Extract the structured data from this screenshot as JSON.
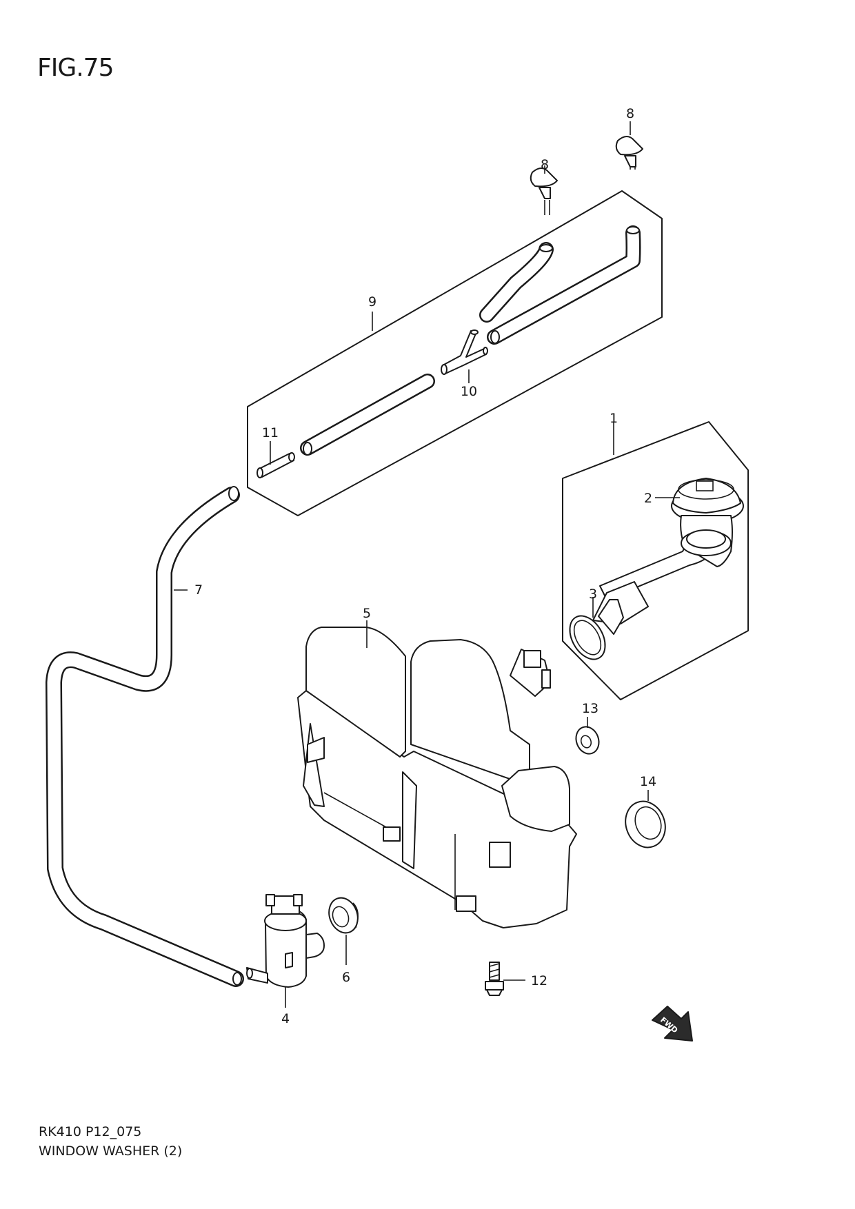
{
  "figure": {
    "title": "FIG.75",
    "code": "RK410 P12_075",
    "caption": "WINDOW WASHER (2)"
  },
  "callouts": [
    {
      "id": "p1",
      "label": "1"
    },
    {
      "id": "p2",
      "label": "2"
    },
    {
      "id": "p3",
      "label": "3"
    },
    {
      "id": "p4",
      "label": "4"
    },
    {
      "id": "p5",
      "label": "5"
    },
    {
      "id": "p6",
      "label": "6"
    },
    {
      "id": "p7",
      "label": "7"
    },
    {
      "id": "p8a",
      "label": "8"
    },
    {
      "id": "p8b",
      "label": "8"
    },
    {
      "id": "p9",
      "label": "9"
    },
    {
      "id": "p10",
      "label": "10"
    },
    {
      "id": "p11",
      "label": "11"
    },
    {
      "id": "p12",
      "label": "12"
    },
    {
      "id": "p13",
      "label": "13"
    },
    {
      "id": "p14",
      "label": "14"
    }
  ],
  "fwd_badge": "FWD",
  "icons": [
    "fwd-arrow-icon"
  ]
}
